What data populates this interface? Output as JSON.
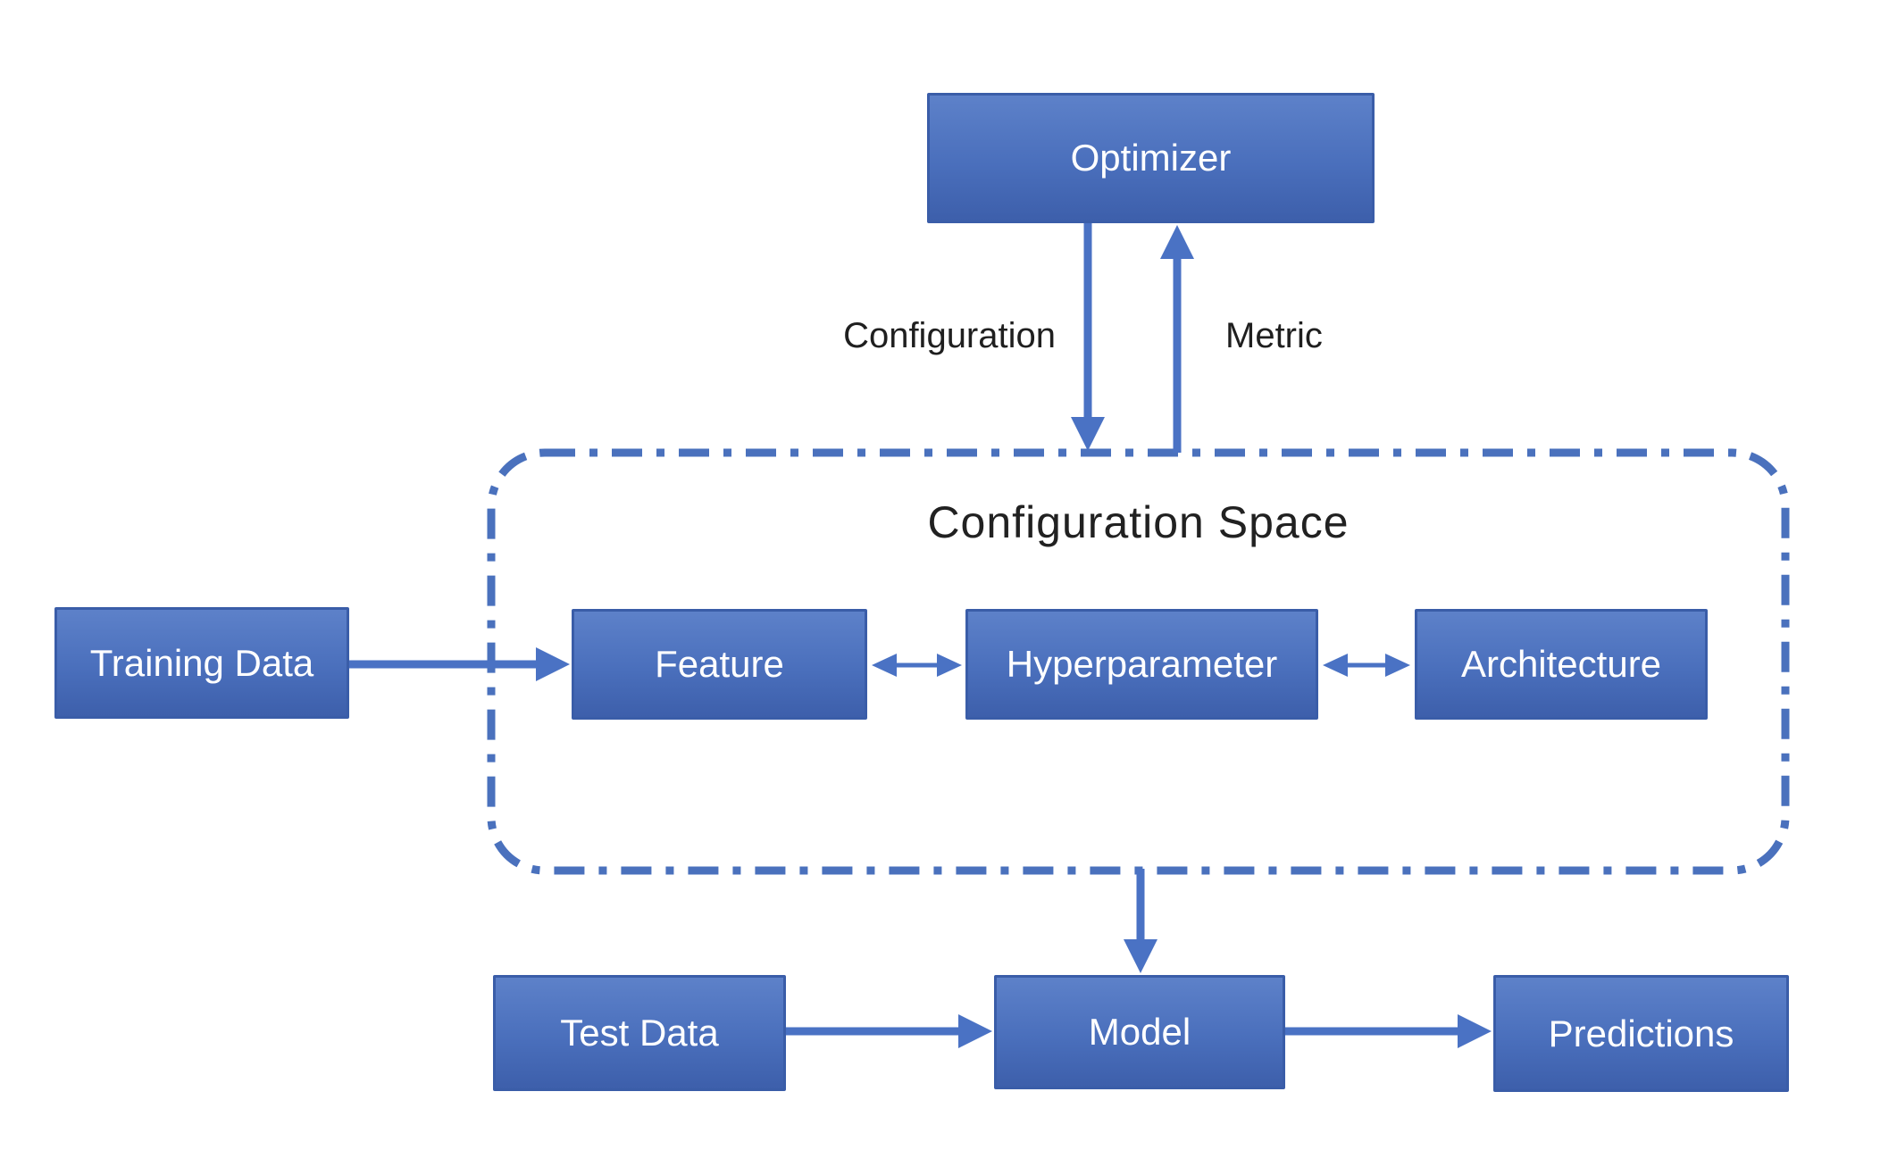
{
  "diagram": {
    "title": "Configuration Space",
    "boxes": {
      "optimizer": {
        "label": "Optimizer"
      },
      "training_data": {
        "label": "Training Data"
      },
      "feature": {
        "label": "Feature"
      },
      "hyperparameter": {
        "label": "Hyperparameter"
      },
      "architecture": {
        "label": "Architecture"
      },
      "test_data": {
        "label": "Test Data"
      },
      "model": {
        "label": "Model"
      },
      "predictions": {
        "label": "Predictions"
      }
    },
    "arrow_labels": {
      "configuration": "Configuration",
      "metric": "Metric"
    },
    "connections": [
      {
        "from": "Optimizer",
        "to": "Configuration Space",
        "label": "Configuration",
        "bidirectional": false
      },
      {
        "from": "Configuration Space",
        "to": "Optimizer",
        "label": "Metric",
        "bidirectional": false
      },
      {
        "from": "Training Data",
        "to": "Feature",
        "label": "",
        "bidirectional": false
      },
      {
        "from": "Feature",
        "to": "Hyperparameter",
        "label": "",
        "bidirectional": true
      },
      {
        "from": "Hyperparameter",
        "to": "Architecture",
        "label": "",
        "bidirectional": true
      },
      {
        "from": "Configuration Space",
        "to": "Model",
        "label": "",
        "bidirectional": false
      },
      {
        "from": "Test Data",
        "to": "Model",
        "label": "",
        "bidirectional": false
      },
      {
        "from": "Model",
        "to": "Predictions",
        "label": "",
        "bidirectional": false
      }
    ],
    "colors": {
      "box_fill_top": "#5d81c9",
      "box_fill_bottom": "#3d5fab",
      "box_border": "#3a5da8",
      "box_text": "#ffffff",
      "arrow": "#4a72c4",
      "dashed_border": "#4a71bd",
      "label_text": "#1f1f1f",
      "background": "#ffffff"
    }
  }
}
